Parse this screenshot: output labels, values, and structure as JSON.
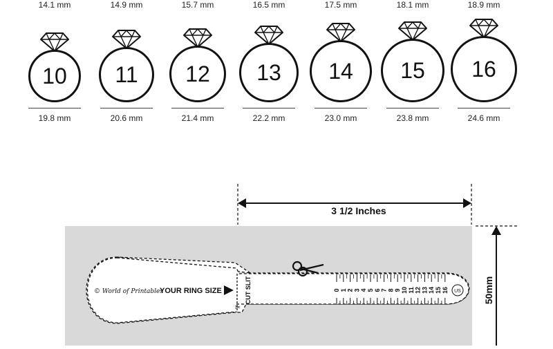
{
  "rings": [
    {
      "size": "10",
      "inner": "14.1 mm",
      "outer": "19.8 mm"
    },
    {
      "size": "11",
      "inner": "14.9 mm",
      "outer": "20.6 mm"
    },
    {
      "size": "12",
      "inner": "15.7 mm",
      "outer": "21.4 mm"
    },
    {
      "size": "13",
      "inner": "16.5 mm",
      "outer": "22.2 mm"
    },
    {
      "size": "14",
      "inner": "17.5 mm",
      "outer": "23.0 mm"
    },
    {
      "size": "15",
      "inner": "18.1 mm",
      "outer": "23.8 mm"
    },
    {
      "size": "16",
      "inner": "18.9 mm",
      "outer": "24.6 mm"
    }
  ],
  "sizer": {
    "width_label": "3 1/2 Inches",
    "height_label": "50mm",
    "brand": "© World of Printables",
    "title": "YOUR RING SIZE",
    "cut_label": "CUT SLIT",
    "scale_numbers": [
      "0",
      "1",
      "2",
      "3",
      "4",
      "5",
      "6",
      "7",
      "8",
      "9",
      "10",
      "11",
      "12",
      "13",
      "14",
      "15",
      "16"
    ],
    "region_badge": "US",
    "paper_color": "#d9d9d9",
    "ink_color": "#111111"
  }
}
